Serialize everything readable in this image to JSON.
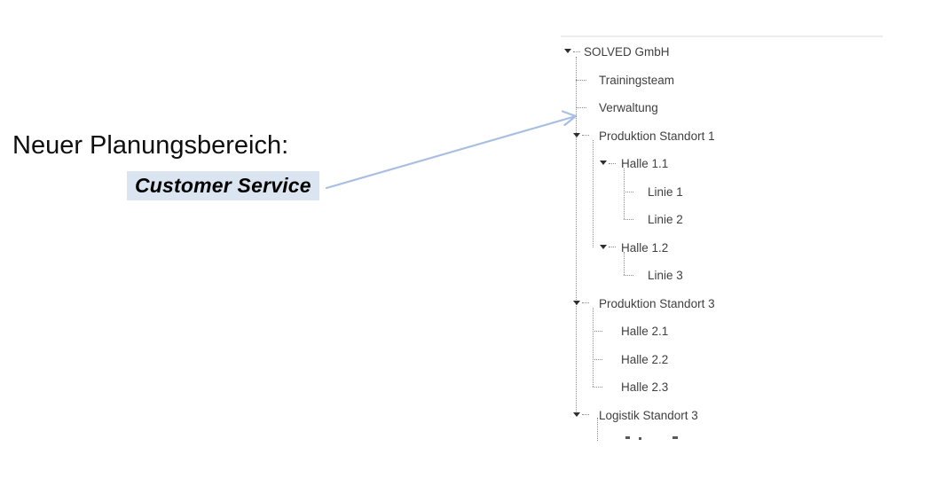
{
  "annotation": {
    "heading": "Neuer Planungsbereich:",
    "highlighted_label": "Customer Service",
    "highlight_color": "#dbe5f1",
    "arrow_color": "#a8bfe2",
    "arrow_icon": "connector-arrow pointing from highlighted label to tree node area"
  },
  "tree": {
    "items": [
      {
        "label": "SOLVED GmbH",
        "level": 0,
        "expanded": true
      },
      {
        "label": "Trainingsteam",
        "level": 1,
        "leaf": true
      },
      {
        "label": "Verwaltung",
        "level": 1,
        "leaf": true
      },
      {
        "label": "Produktion Standort 1",
        "level": 1,
        "expanded": true
      },
      {
        "label": "Halle 1.1",
        "level": 2,
        "expanded": true
      },
      {
        "label": "Linie 1",
        "level": 3,
        "leaf": true
      },
      {
        "label": "Linie 2",
        "level": 3,
        "leaf": true,
        "last_child": true
      },
      {
        "label": "Halle 1.2",
        "level": 2,
        "expanded": true
      },
      {
        "label": "Linie 3",
        "level": 3,
        "leaf": true,
        "last_child": true
      },
      {
        "label": "Produktion Standort 3",
        "level": 1,
        "expanded": true
      },
      {
        "label": "Halle 2.1",
        "level": 2,
        "leaf": true
      },
      {
        "label": "Halle 2.2",
        "level": 2,
        "leaf": true
      },
      {
        "label": "Halle 2.3",
        "level": 2,
        "leaf": true,
        "last_child": true
      },
      {
        "label": "Logistik Standort 3",
        "level": 1,
        "expanded": true,
        "last_child": true
      },
      {
        "label": "",
        "level": 2,
        "partial": true,
        "note": "row clipped at viewport bottom, only letter tops visible"
      }
    ],
    "line_color": "#8c8c8c",
    "text_color": "#3f3f3f"
  }
}
